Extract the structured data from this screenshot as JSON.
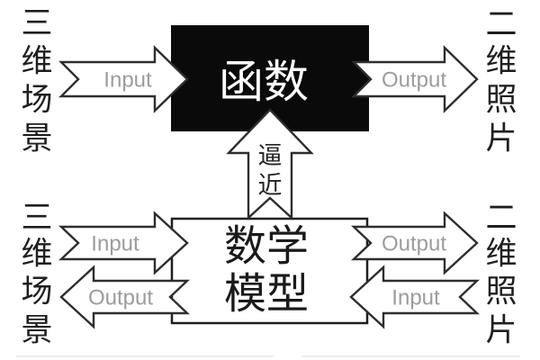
{
  "colors": {
    "background": "#ffffff",
    "function_box_fill": "#0a0a0a",
    "function_box_text": "#ffffff",
    "arrow_outline": "#2e2e2e",
    "arrow_fill": "#ffffff",
    "io_label_gray": "#9c9c9c",
    "cjk_text": "#1f1f1f",
    "faint_bottom_line": "#ededed"
  },
  "top_row": {
    "left_text": {
      "label": "三维场景",
      "chars": [
        "三",
        "维",
        "场",
        "景"
      ]
    },
    "input_label": "Input",
    "function_box_label": "函数",
    "output_label": "Output",
    "right_text": {
      "label": "二维照片",
      "chars": [
        "二",
        "维",
        "照",
        "片"
      ]
    }
  },
  "middle": {
    "approx_label": "逼近",
    "approx_chars": [
      "逼",
      "近"
    ]
  },
  "bottom_row": {
    "left_text": {
      "label": "三维场景",
      "chars": [
        "三",
        "维",
        "场",
        "景"
      ]
    },
    "input_left_label": "Input",
    "output_left_label": "Output",
    "model_box": {
      "label": "数学模型",
      "line1": "数学",
      "line2": "模型"
    },
    "output_right_label": "Output",
    "input_right_label": "Input",
    "right_text": {
      "label": "二维照片",
      "chars": [
        "二",
        "维",
        "照",
        "片"
      ]
    }
  }
}
